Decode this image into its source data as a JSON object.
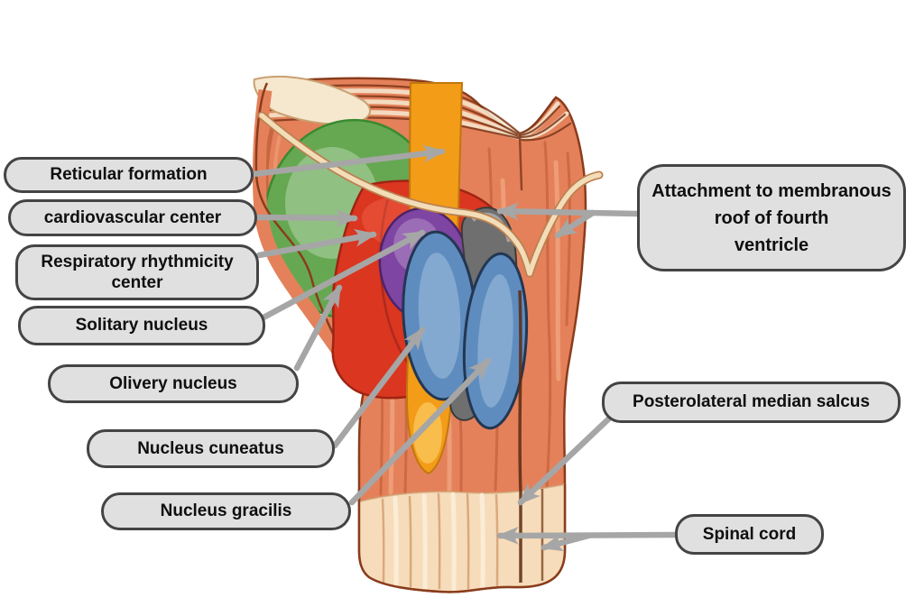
{
  "labels": [
    {
      "id": "reticular-formation",
      "text": "Reticular formation"
    },
    {
      "id": "cardiovascular-center",
      "text": "cardiovascular center"
    },
    {
      "id": "respiratory-rhythmicity-center",
      "lines": [
        "Respiratory rhythmicity",
        "center"
      ]
    },
    {
      "id": "solitary-nucleus",
      "text": "Solitary nucleus"
    },
    {
      "id": "olivery-nucleus",
      "text": "Olivery nucleus"
    },
    {
      "id": "nucleus-cuneatus",
      "text": "Nucleus cuneatus"
    },
    {
      "id": "nucleus-gracilis",
      "text": "Nucleus gracilis"
    },
    {
      "id": "attachment-membranous-roof",
      "lines": [
        "Attachment to membranous",
        "roof of fourth",
        "ventricle"
      ]
    },
    {
      "id": "posterolateral-median-salcus",
      "text": "Posterolateral median salcus"
    },
    {
      "id": "spinal-cord",
      "text": "Spinal cord"
    }
  ],
  "colors": {
    "background": "#ffffff",
    "label_fill": "#e0e0e0",
    "label_border": "#444444",
    "label_text": "#0f0f0f",
    "arrow": "#a6a6a6",
    "body_salmon": "#e4815a",
    "spinal_pale": "#f6dcba",
    "green": "#66a852",
    "red": "#da3620",
    "purple": "#7e45a2",
    "gray_nucleus": "#6f6f6f",
    "blue": "#5f8cbe",
    "orange": "#f29c18",
    "membrane_cream": "#f2ddb8"
  }
}
